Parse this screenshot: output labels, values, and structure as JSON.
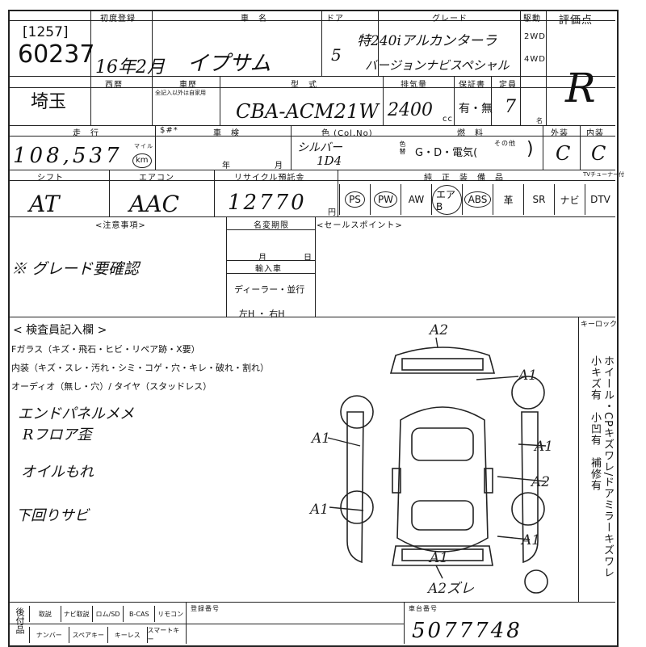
{
  "header": {
    "lot_code": "[1257]",
    "lot_number": "60237",
    "first_reg_label": "初度登録",
    "first_reg_value": "16年2月",
    "car_name_label": "車　名",
    "car_name_value": "イプサム",
    "door_label": "ドア",
    "door_value": "5",
    "grade_label": "グレード",
    "grade_line1": "特240iアルカンターラ",
    "grade_line2": "バージョンナビスペシャル",
    "drive_label": "駆動",
    "drive_2wd": "2WD",
    "drive_4wd": "4WD",
    "score_label": "評価点",
    "score_value": "R"
  },
  "row2": {
    "region": "埼玉",
    "west_label": "西暦",
    "model_year_label": "車歴",
    "model_year_note": "全記入以外は自家用",
    "model_label": "型　式",
    "model_value": "CBA-ACM21W",
    "displacement_label": "排気量",
    "displacement_value": "2400",
    "displacement_unit": "cc",
    "ac_label": "保証書",
    "ac_value": "有・無",
    "capacity_label": "定員",
    "capacity_value": "7",
    "capacity_unit": "名"
  },
  "row3": {
    "mileage_label": "走　行",
    "mileage_value": "108,537",
    "mileage_unit": "km",
    "mileage_circle_note": "マイル",
    "dollar_label": "$#*",
    "inspection_label": "車　検",
    "inspection_year": "年",
    "inspection_month": "月",
    "color_label": "色 (Col.No)",
    "color_value": "シルバー",
    "color_code": "1D4",
    "color_change_label": "色替",
    "fuel_label": "燃　料",
    "fuel_options": "G・D・電気(",
    "fuel_other": "その他",
    "exterior_label": "外装",
    "exterior_value": "C",
    "interior_label": "内装",
    "interior_value": "C"
  },
  "row4": {
    "shift_label": "シフト",
    "shift_value": "AT",
    "aircon_label": "エアコン",
    "aircon_value": "AAC",
    "recycle_label": "リサイクル預託金",
    "recycle_value": "12770",
    "recycle_unit": "円",
    "equipment_label": "純　正　装　備　品",
    "equipment": [
      "PS",
      "PW",
      "AW",
      "エアB",
      "ABS",
      "革",
      "SR",
      "ナビ",
      "DTV"
    ],
    "tv_tuner_label": "TVチューナー付"
  },
  "notes": {
    "caution_label": "<注意事項>",
    "caution_text": "※ グレード要確認",
    "name_change_label": "名変期限",
    "month": "月",
    "day": "日",
    "import_label": "輸入車",
    "dealer_option": "ディーラー・並行",
    "steering_option": "左H ・ 右H",
    "sales_label": "<セールスポイント>"
  },
  "inspector": {
    "title": "< 検査員記入欄 >",
    "glass_line": "Fガラス（キズ・飛石・ヒビ・リペア跡・X要）",
    "interior_line": "内装（キズ・スレ・汚れ・シミ・コゲ・穴・キレ・破れ・割れ）",
    "audio_line": "オーディオ（無し・穴）/ タイヤ（スタッドレス）",
    "comments": [
      "エンドパネルメメ",
      "Rフロア歪",
      "オイルもれ",
      "下回りサビ"
    ]
  },
  "diagram": {
    "marks": [
      "A2",
      "A1",
      "A1",
      "A1",
      "A2",
      "A1",
      "A1",
      "A1",
      "A2ズレ"
    ]
  },
  "sidebar": {
    "keylock_label": "キーロック",
    "vertical_text": "ホイール・CPキズワレ/ドアミラーキズワレ　小キズ有　小凹有　補修有"
  },
  "footer": {
    "row_label": "後付品",
    "items_top": [
      "取説",
      "ナビ取説",
      "ロム/SD",
      "B-CAS",
      "リモコン"
    ],
    "items_bottom": [
      "ナンバー",
      "スペアキー",
      "キーレス",
      "スマートキー"
    ],
    "reg_number_label": "登録番号",
    "chassis_label": "車台番号",
    "chassis_value": "5077748"
  }
}
